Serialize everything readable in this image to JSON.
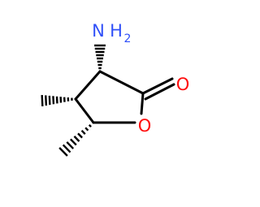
{
  "molecule": {
    "atoms": {
      "amino": {
        "symbol": "N",
        "hydrogens": "2",
        "color": "#3050F8"
      },
      "carbonyl_oxygen": {
        "symbol": "O",
        "color": "#FF0D0D"
      },
      "ring_oxygen": {
        "symbol": "O",
        "color": "#FF0D0D"
      }
    },
    "bond_color": "#000000"
  }
}
